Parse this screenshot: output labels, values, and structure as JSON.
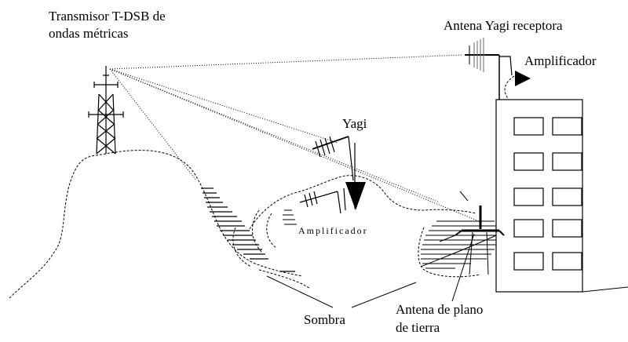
{
  "labels": {
    "transmitter_line1": "Transmisor T-DSB de",
    "transmitter_line2": "ondas métricas",
    "receiving_yagi": "Antena Yagi receptora",
    "amplifier_top": "Amplificador",
    "yagi": "Yagi",
    "amplifier_small": "Amplificador",
    "shadow": "Sombra",
    "ground_plane_line1": "Antena de plano",
    "ground_plane_line2": "de tierra"
  }
}
